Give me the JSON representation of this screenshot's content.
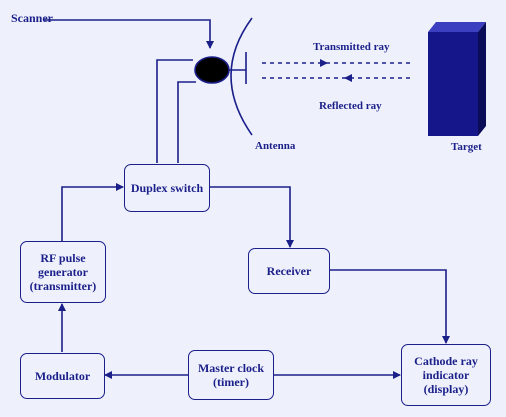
{
  "labels": {
    "scanner": "Scanner",
    "transmitted_ray": "Transmitted ray",
    "reflected_ray": "Reflected ray",
    "antenna": "Antenna",
    "target": "Target"
  },
  "blocks": {
    "duplex_switch": "Duplex switch",
    "rf_pulse_generator": "RF pulse\ngenerator\n(transmitter)",
    "receiver": "Receiver",
    "modulator": "Modulator",
    "master_clock": "Master clock\n(timer)",
    "cathode_ray_indicator": "Cathode ray\nindicator\n(display)"
  },
  "colors": {
    "ink": "#1b1f8a",
    "background": "#eef1fb",
    "target_fill": "#14168a"
  }
}
